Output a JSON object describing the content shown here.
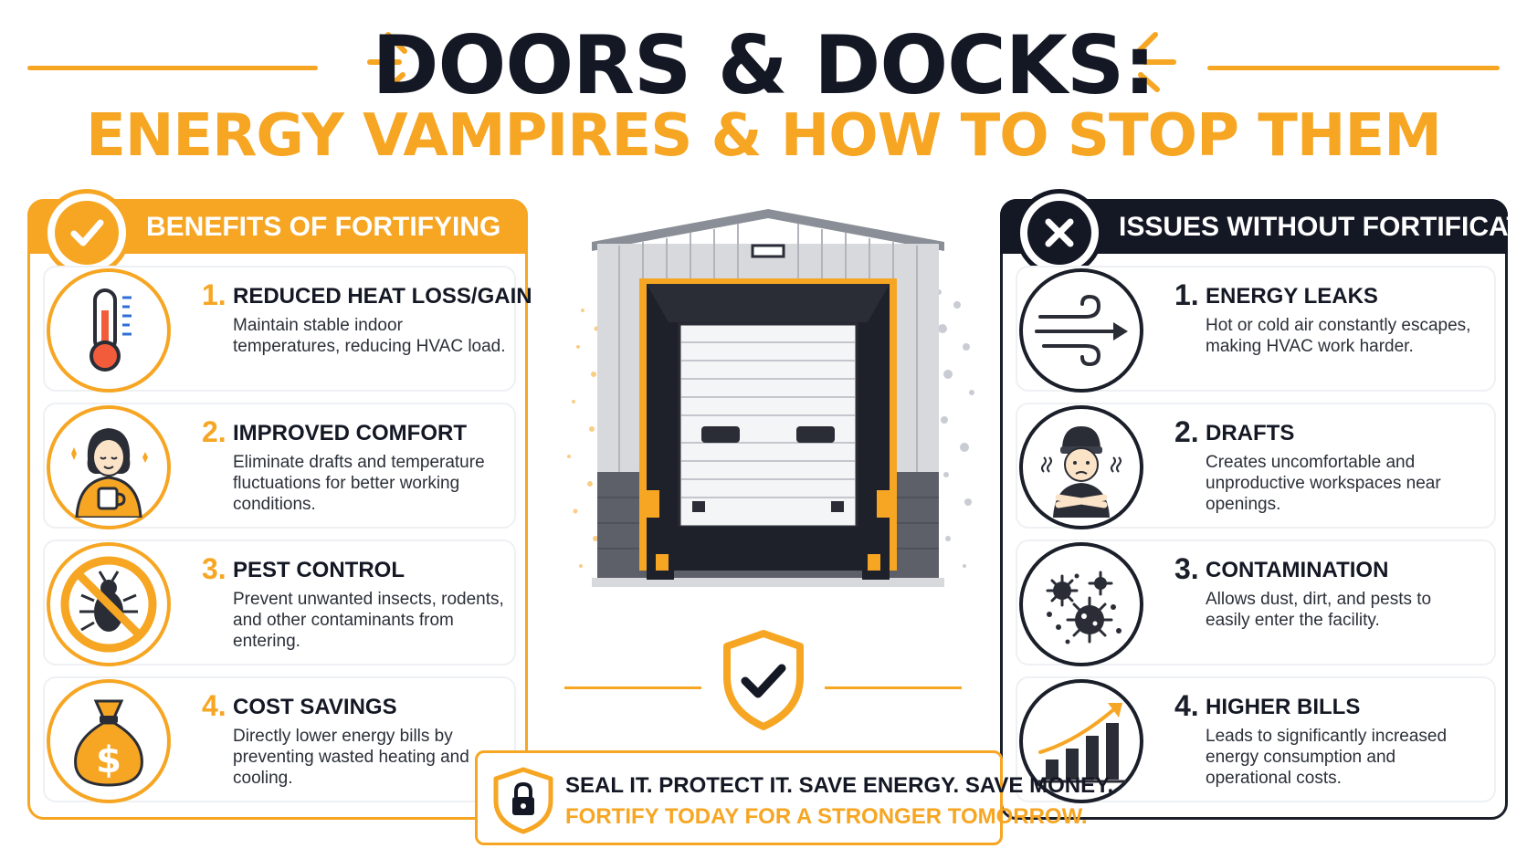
{
  "header": {
    "title": "DOORS & DOCKS:",
    "subtitle": "ENERGY VAMPIRES & HOW TO STOP THEM"
  },
  "benefits": {
    "heading": "BENEFITS OF FORTIFYING",
    "items": [
      {
        "num": "1.",
        "title": "REDUCED HEAT LOSS/GAIN",
        "desc": "Maintain stable indoor temperatures, reducing HVAC load.",
        "icon": "thermometer-icon"
      },
      {
        "num": "2.",
        "title": "IMPROVED COMFORT",
        "desc": "Eliminate drafts and temperature fluctuations for better working conditions.",
        "icon": "comfortable-person-icon"
      },
      {
        "num": "3.",
        "title": "PEST CONTROL",
        "desc": "Prevent unwanted insects, rodents, and other contaminants from entering.",
        "icon": "no-bug-icon"
      },
      {
        "num": "4.",
        "title": "COST SAVINGS",
        "desc": "Directly lower energy bills by preventing wasted heating and cooling.",
        "icon": "money-bag-icon"
      }
    ]
  },
  "issues": {
    "heading": "ISSUES WITHOUT FORTIFICATION",
    "items": [
      {
        "num": "1.",
        "title": "ENERGY LEAKS",
        "desc": "Hot or cold air constantly escapes, making HVAC work harder.",
        "icon": "wind-arrow-icon"
      },
      {
        "num": "2.",
        "title": "DRAFTS",
        "desc": "Creates uncomfortable and unproductive workspaces near openings.",
        "icon": "cold-person-icon"
      },
      {
        "num": "3.",
        "title": "CONTAMINATION",
        "desc": "Allows dust, dirt, and pests to easily enter the facility.",
        "icon": "germs-icon"
      },
      {
        "num": "4.",
        "title": "HIGHER BILLS",
        "desc": "Leads to significantly increased energy consumption and operational costs.",
        "icon": "rising-bars-icon"
      }
    ]
  },
  "cta": {
    "line1": "SEAL IT. PROTECT IT. SAVE ENERGY. SAVE MONEY.",
    "line2": "FORTIFY TODAY FOR A STRONGER TOMORROW."
  },
  "colors": {
    "accent": "#f6a623",
    "dark": "#141824"
  }
}
